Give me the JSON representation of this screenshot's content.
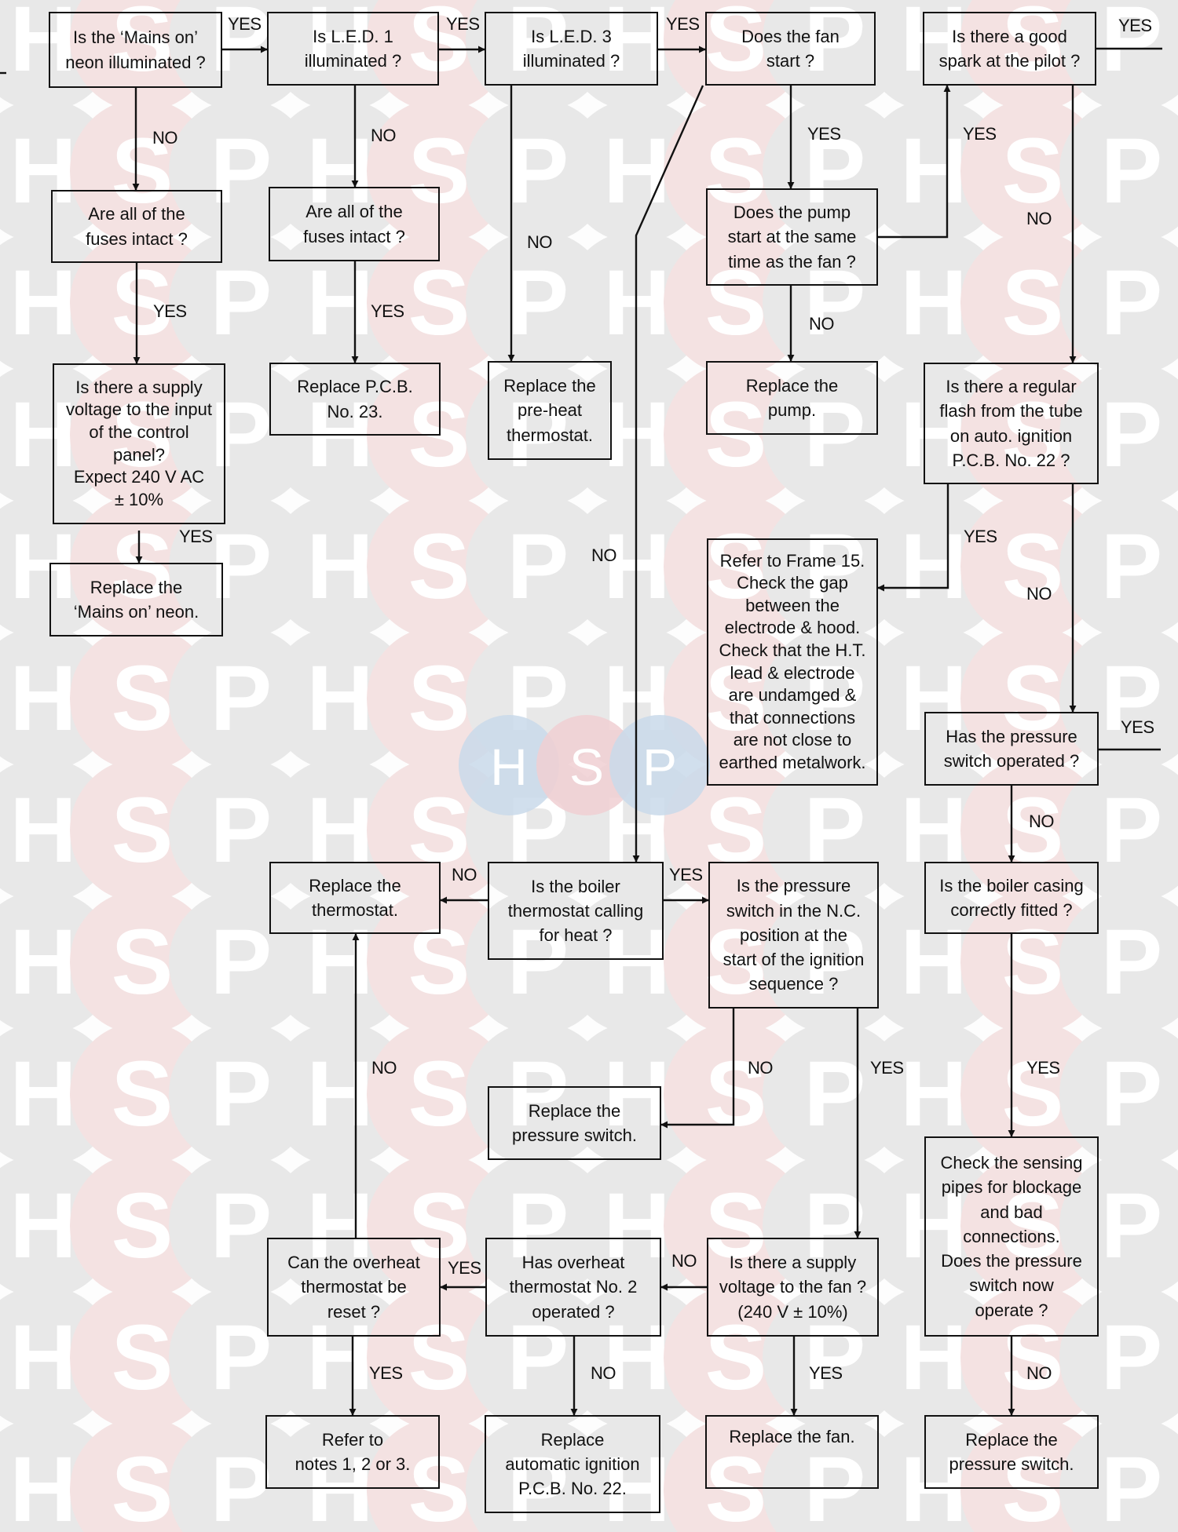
{
  "watermark": {
    "letters": [
      "H",
      "S",
      "P"
    ],
    "grey": "#e8e8e8",
    "pink": "#f4e2e2",
    "center_blue": "#c9d9ea",
    "center_pink": "#f0cfd2"
  },
  "nodes": {
    "mains": "Is the ‘Mains on’\nneon illuminated ?",
    "led1": "Is L.E.D. 1\nilluminated ?",
    "led3": "Is L.E.D. 3\nilluminated ?",
    "fan": "Does the fan\nstart ?",
    "spark": "Is there a good\nspark at the pilot ?",
    "fuses1": "Are all of the\nfuses intact ?",
    "fuses2": "Are all of the\nfuses intact ?",
    "pump": "Does the pump\nstart at the same\ntime as the fan ?",
    "pcb23": "Replace P.C.B.\nNo. 23.",
    "preheat": "Replace the\npre-heat\nthermostat.",
    "replpump": "Replace the\npump.",
    "supply": "Is there a supply\nvoltage to the input\nof the control\npanel?\nExpect 240 V AC\n± 10%",
    "flash": "Is there a regular\nflash from the tube\non auto. ignition\nP.C.B. No. 22 ?",
    "neon": "Replace the\n‘Mains on’ neon.",
    "frame15": "Refer to Frame 15.\nCheck the gap\nbetween the\nelectrode & hood.\nCheck that the H.T.\nlead & electrode\nare undamged &\nthat connections\nare not close to\nearthed metalwork.",
    "psop": "Has the pressure\nswitch operated ?",
    "replthermo": "Replace the\nthermostat.",
    "boilerthermo": "Is the boiler\nthermostat calling\nfor heat ?",
    "psnc": "Is the pressure\nswitch in the N.C.\nposition at the\nstart of the ignition\nsequence ?",
    "casing": "Is the boiler casing\ncorrectly fitted ?",
    "replps1": "Replace the\npressure switch.",
    "sensing": "Check the sensing\npipes for blockage\nand bad\nconnections.\nDoes the pressure\nswitch now\noperate ?",
    "overheatreset": "Can the overheat\nthermostat be\nreset ?",
    "overheat2": "Has overheat\nthermostat No. 2\noperated ?",
    "supplyfan": "Is there a supply\nvoltage to the fan ?\n(240 V ± 10%)",
    "notes": "Refer to\nnotes 1, 2 or 3.",
    "replign": "Replace\nautomatic ignition\nP.C.B. No. 22.",
    "replfan": "Replace the fan.",
    "replps2": "Replace the\npressure switch."
  },
  "labels": {
    "yes": "YES",
    "no": "NO"
  }
}
